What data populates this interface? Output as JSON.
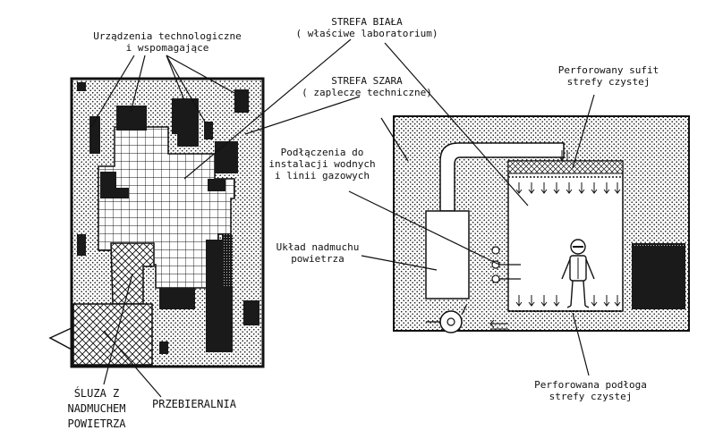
{
  "labels": {
    "devices": {
      "line1": "Urządzenia technologiczne",
      "line2": "i wspomagające"
    },
    "white_zone": {
      "line1": "STREFA BIAŁA",
      "line2": "( właściwe laboratorium)"
    },
    "grey_zone": {
      "line1": "STREFA SZARA",
      "line2": "( zaplecze techniczne)"
    },
    "perforated_ceiling": {
      "line1": "Perforowany sufit",
      "line2": "strefy czystej"
    },
    "connections": {
      "line1": "Podłączenia do",
      "line2": "instalacji wodnych",
      "line3": "i linii gazowych"
    },
    "blower_system": {
      "line1": "Układ nadmuchu",
      "line2": "powietrza"
    },
    "airlock": {
      "line1": "ŚLUZA Z",
      "line2": "NADMUCHEM",
      "line3": "POWIETRZA"
    },
    "changing_room": "PRZEBIERALNIA",
    "perforated_floor": {
      "line1": "Perforowana podłoga",
      "line2": "strefy czystej"
    }
  }
}
